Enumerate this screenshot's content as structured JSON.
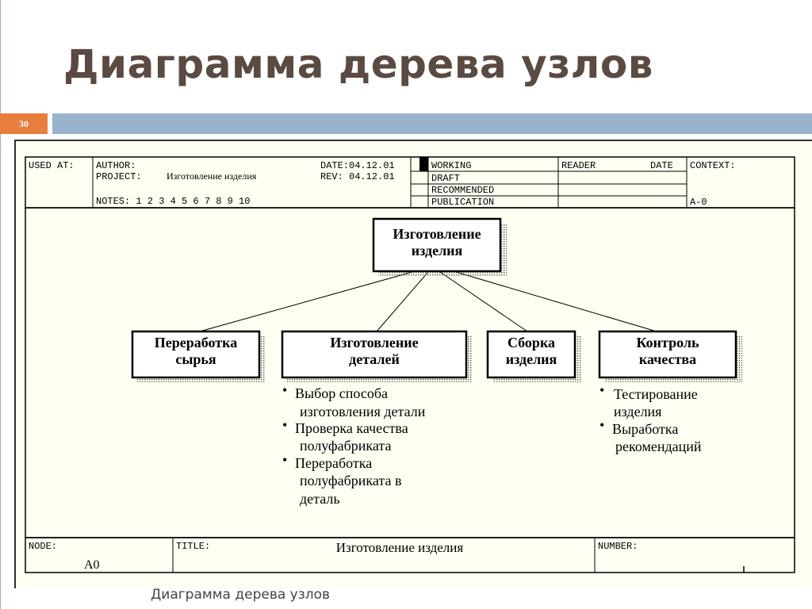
{
  "slide": {
    "title": "Диаграмма дерева узлов",
    "number": "30",
    "caption": "Диаграмма дерева узлов"
  },
  "header": {
    "used_at": "USED AT:",
    "author": "AUTHOR:",
    "project_label": "PROJECT:",
    "project_value": "Изготовление изделия",
    "date": "DATE:04.12.01",
    "rev": "REV:  04.12.01",
    "notes": "NOTES:  1  2  3  4  5  6  7  8  9  10",
    "statuses": [
      "WORKING",
      "DRAFT",
      "RECOMMENDED",
      "PUBLICATION"
    ],
    "reader": "READER",
    "reader_date": "DATE",
    "context": "CONTEXT:",
    "context_value": "A-0"
  },
  "tree": {
    "root": [
      "Изготовление",
      "изделия"
    ],
    "children": [
      {
        "label": [
          "Переработка",
          "сырья"
        ],
        "bullets": []
      },
      {
        "label": [
          "Изготовление",
          "деталей"
        ],
        "bullets": [
          [
            "Выбор способа",
            "изготовления детали"
          ],
          [
            "Проверка качества",
            "полуфабриката"
          ],
          [
            "Переработка",
            "полуфабриката в",
            "деталь"
          ]
        ]
      },
      {
        "label": [
          "Сборка",
          "изделия"
        ],
        "bullets": []
      },
      {
        "label": [
          "Контроль",
          "качества"
        ],
        "bullets": [
          [
            "Тестирование",
            "изделия"
          ],
          [
            "Выработка",
            "рекомендаций"
          ]
        ]
      }
    ]
  },
  "footer": {
    "node_label": "NODE:",
    "node_value": "A0",
    "title_label": "TITLE:",
    "title_value": "Изготовление изделия",
    "number_label": "NUMBER:"
  },
  "colors": {
    "accent": "#e87d3e",
    "bar": "#9ab3cd",
    "title": "#5a4a42",
    "paper": "#fffef2"
  }
}
